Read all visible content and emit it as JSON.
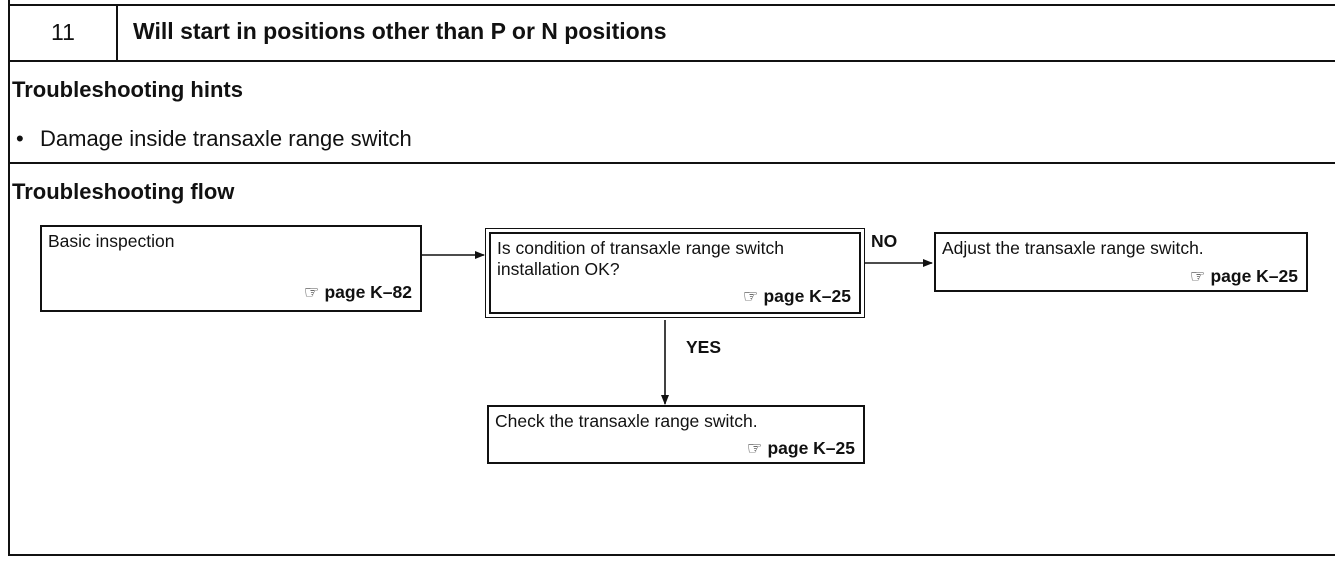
{
  "title": {
    "number": "11",
    "text": "Will start in positions other than P or N positions"
  },
  "hints": {
    "heading": "Troubleshooting hints",
    "bullet": "•",
    "items": [
      "Damage inside transaxle range switch"
    ]
  },
  "flow": {
    "heading": "Troubleshooting flow",
    "ref_icon": "pointing-hand-icon",
    "ref_symbol": "☞",
    "basic": {
      "text": "Basic inspection",
      "ref": "page K–82"
    },
    "question": {
      "text": "Is condition of transaxle range switch installation OK?",
      "ref": "page K–25"
    },
    "no_label": "NO",
    "yes_label": "YES",
    "adjust": {
      "text": "Adjust the transaxle range switch.",
      "ref": "page K–25"
    },
    "check": {
      "text": "Check the transaxle range switch.",
      "ref": "page K–25"
    }
  }
}
